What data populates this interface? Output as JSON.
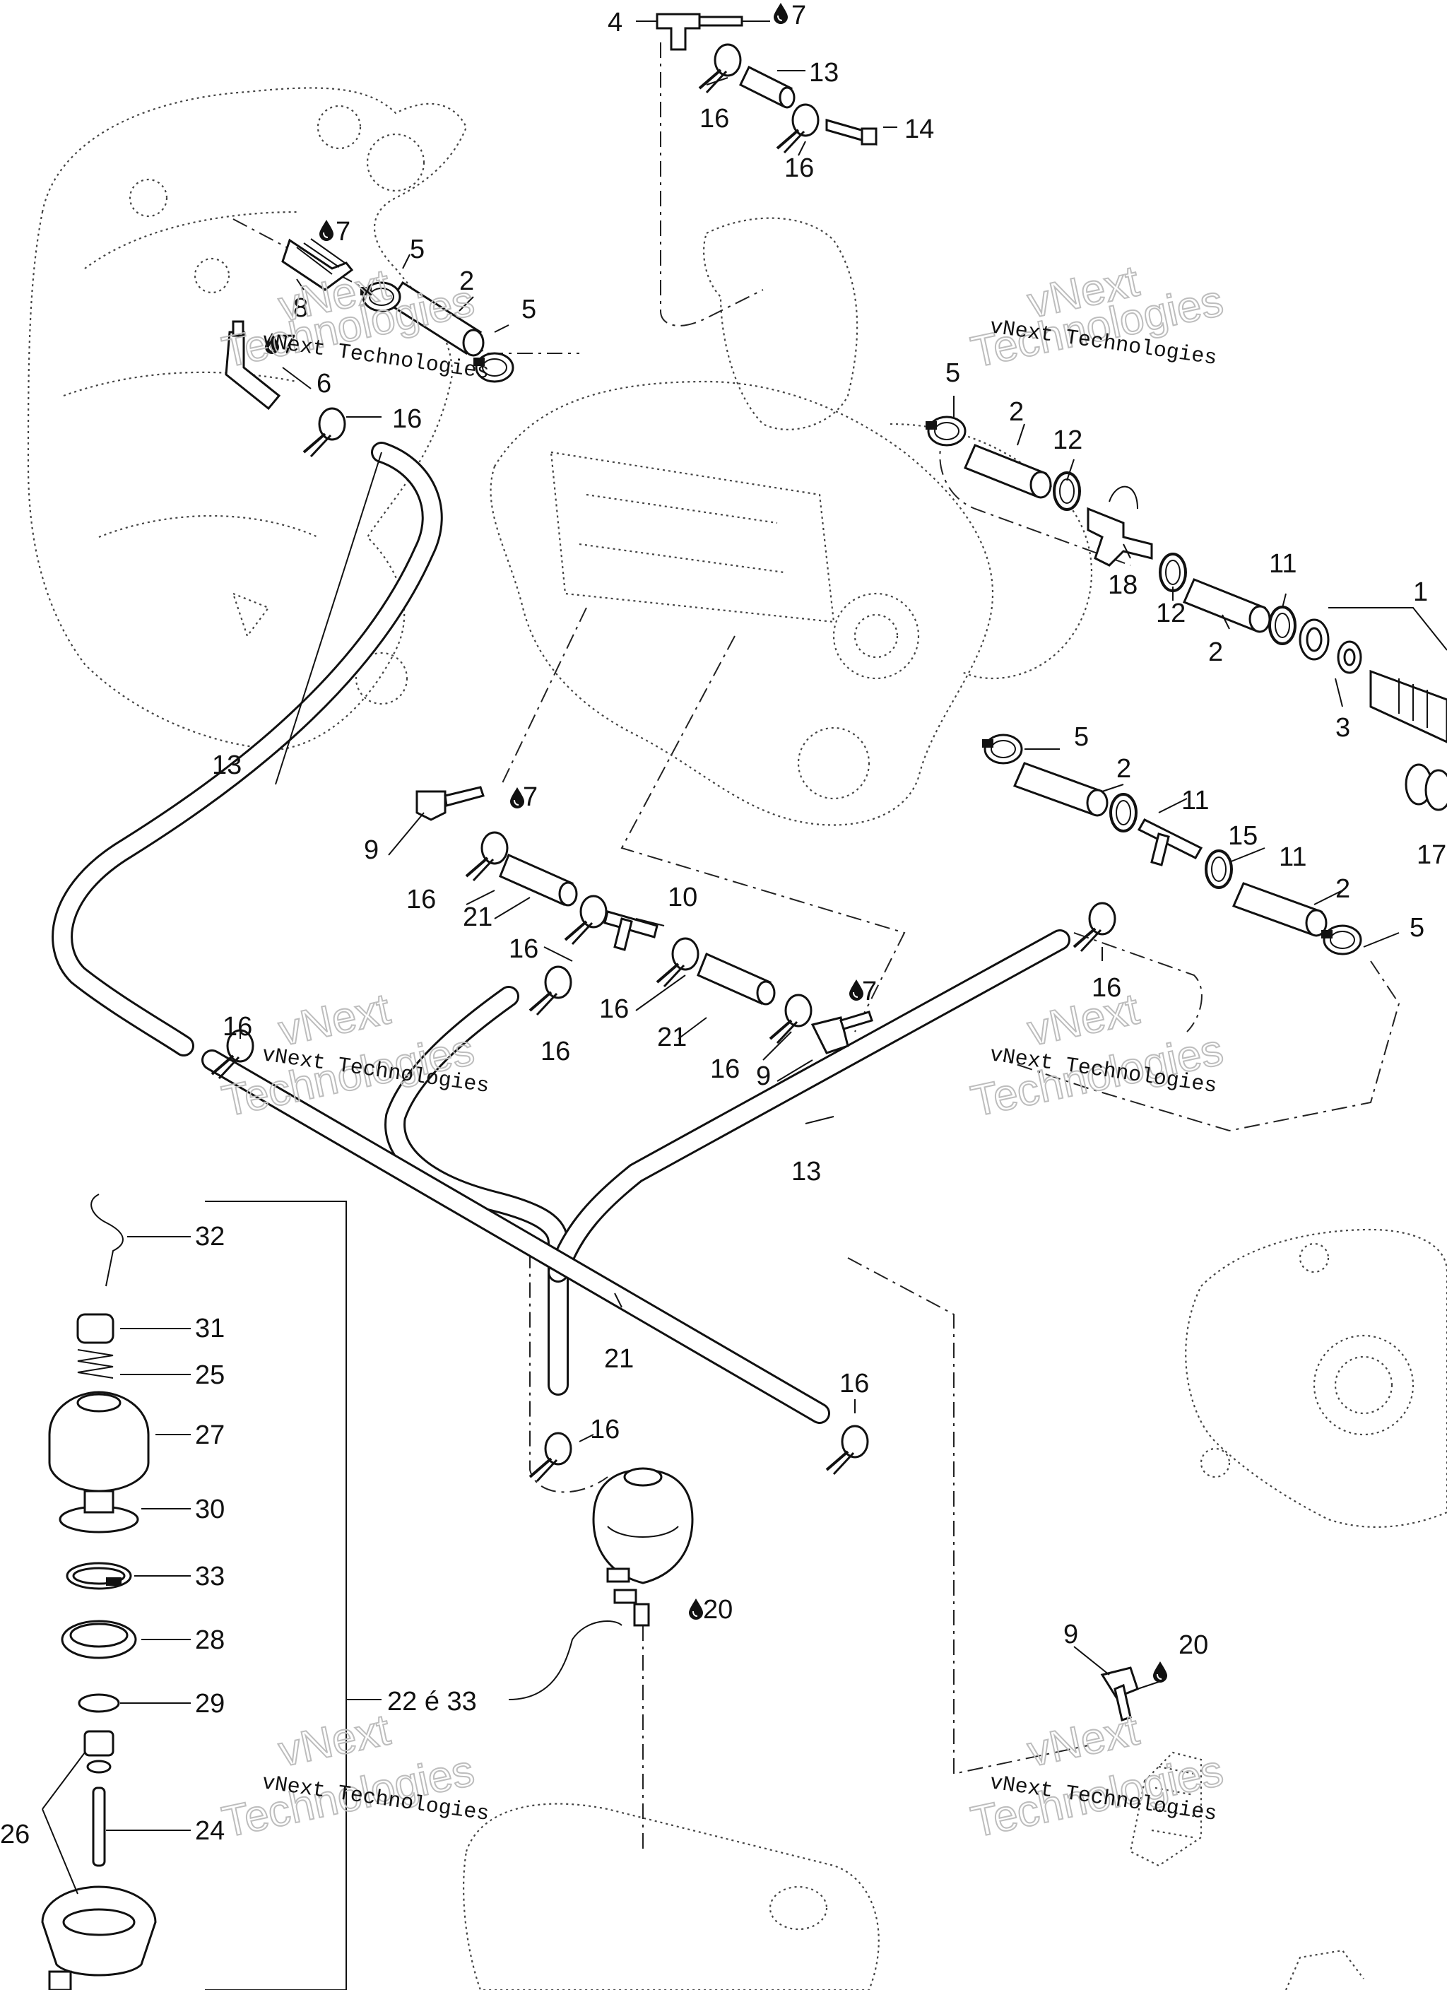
{
  "labels": {
    "p1": "1",
    "p2a": "2",
    "p2b": "2",
    "p2c": "2",
    "p2d": "2",
    "p2e": "2",
    "p3": "3",
    "p4": "4",
    "p5a": "5",
    "p5b": "5",
    "p5c": "5",
    "p5d": "5",
    "p5e": "5",
    "p6": "6",
    "p7a": "7",
    "p7b": "7",
    "p7c": "7",
    "p7d": "7",
    "p7e": "7",
    "p8": "8",
    "p9a": "9",
    "p9b": "9",
    "p9c": "9",
    "p10": "10",
    "p11a": "11",
    "p11b": "11",
    "p11c": "11",
    "p12a": "12",
    "p12b": "12",
    "p13a": "13",
    "p13b": "13",
    "p13c": "13",
    "p14": "14",
    "p15": "15",
    "p16a": "16",
    "p16b": "16",
    "p16c": "16",
    "p16d": "16",
    "p16e": "16",
    "p16f": "16",
    "p16g": "16",
    "p16h": "16",
    "p16i": "16",
    "p16j": "16",
    "p16k": "16",
    "p16l": "16",
    "p17": "17",
    "p18": "18",
    "p20a": "20",
    "p20b": "20",
    "p21a": "21",
    "p21b": "21",
    "p21c": "21",
    "p22": "22 é 33",
    "p24": "24",
    "p25": "25",
    "p26": "26",
    "p27": "27",
    "p28": "28",
    "p29": "29",
    "p30": "30",
    "p31": "31",
    "p32": "32",
    "p33": "33"
  },
  "watermark": {
    "line1": "vNext Technologies",
    "line2": "vNext",
    "line3": "Technologies"
  },
  "icons": {
    "lubricant": "oil-drop-icon"
  }
}
